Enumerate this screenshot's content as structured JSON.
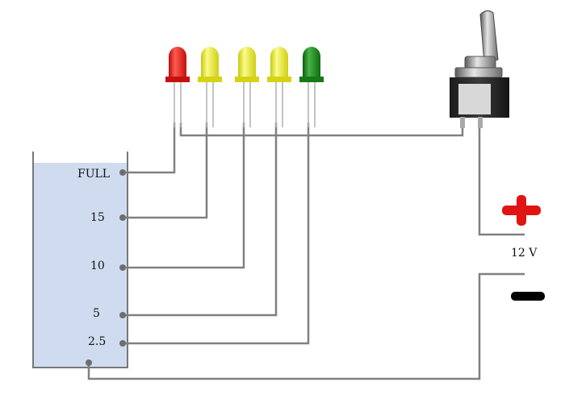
{
  "tank": {
    "levels": [
      {
        "label": "FULL"
      },
      {
        "label": "15"
      },
      {
        "label": "10"
      },
      {
        "label": "5"
      },
      {
        "label": "2.5"
      }
    ]
  },
  "leds": [
    {
      "color": "red"
    },
    {
      "color": "yellow"
    },
    {
      "color": "yellow"
    },
    {
      "color": "yellow"
    },
    {
      "color": "green"
    }
  ],
  "colors": {
    "red": "#e8221b",
    "yellow": "#e3e41a",
    "green": "#1e8b1e",
    "water": "#cfdcef",
    "wire": "#808080",
    "plus": "#e21313",
    "minus": "#000000"
  },
  "battery": {
    "voltage_label": "12 V"
  },
  "switch": {
    "type": "toggle"
  }
}
